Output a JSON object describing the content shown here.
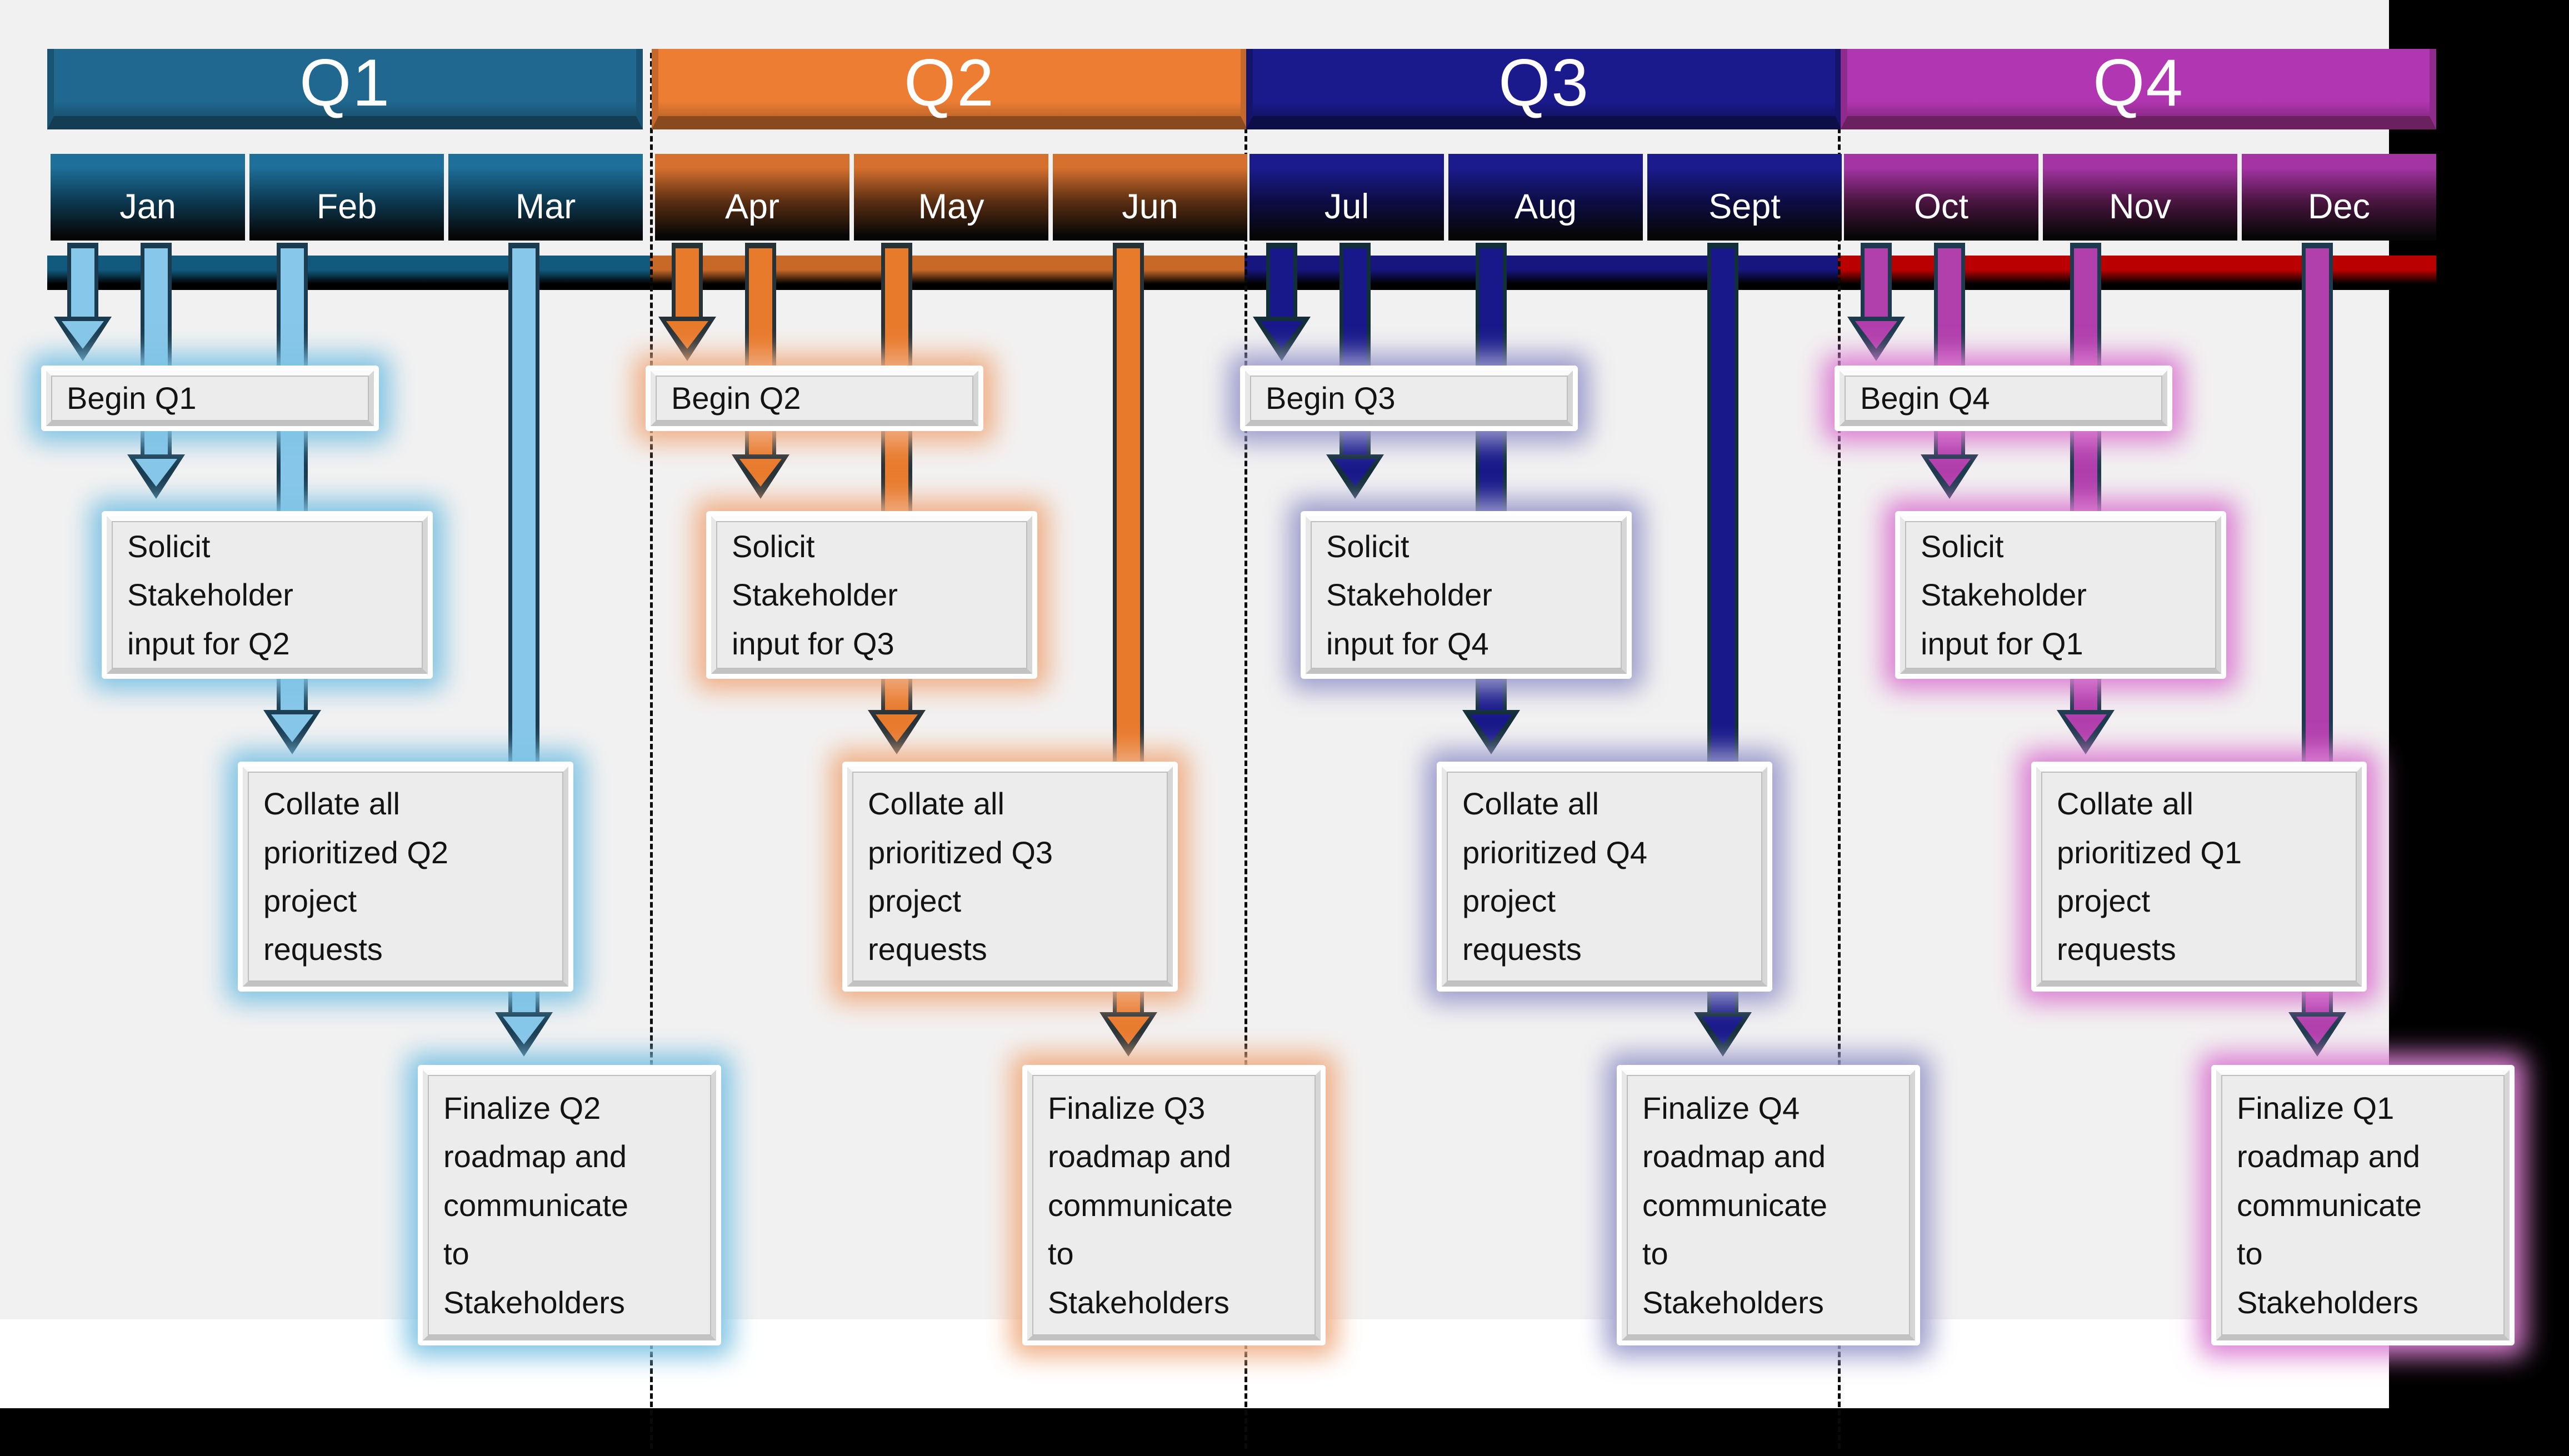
{
  "slide": {
    "background": "#000000",
    "canvas_color": "#F2F1F1",
    "separator_color": "#0A0A0A"
  },
  "quarters": [
    {
      "label": "Q1",
      "months": [
        "Jan",
        "Feb",
        "Mar"
      ],
      "boxes": {
        "begin": "Begin Q1",
        "solicit": "Solicit\nStakeholder\ninput for Q2",
        "collate": "Collate all\nprioritized Q2\nproject\nrequests",
        "finalize": "Finalize Q2\nroadmap and\ncommunicate\nto\nStakeholders"
      },
      "colors": {
        "header_face": "#20688F",
        "header_dark": "#143C52",
        "header_side": "#1A5474",
        "month_top": "#1E6F9A",
        "month_mid": "#0D3951",
        "bar": "#115A7E",
        "arrow_fill": "#87C7E9",
        "arrow_outline": "#1A3B50",
        "glow": "#7EC3E4"
      }
    },
    {
      "label": "Q2",
      "months": [
        "Apr",
        "May",
        "Jun"
      ],
      "boxes": {
        "begin": "Begin Q2",
        "solicit": "Solicit\nStakeholder\ninput for Q3",
        "collate": "Collate all\nprioritized Q3\nproject\nrequests",
        "finalize": "Finalize Q3\nroadmap and\ncommunicate\nto\nStakeholders"
      },
      "colors": {
        "header_face": "#EC7D33",
        "header_dark": "#8A4A20",
        "header_side": "#C4682B",
        "month_top": "#D5702E",
        "month_mid": "#5A2E12",
        "bar": "#C86928",
        "arrow_fill": "#E87A2C",
        "arrow_outline": "#253238",
        "glow": "#F0AE85"
      }
    },
    {
      "label": "Q3",
      "months": [
        "Jul",
        "Aug",
        "Sept"
      ],
      "boxes": {
        "begin": "Begin Q3",
        "solicit": "Solicit\nStakeholder\ninput for Q4",
        "collate": "Collate all\nprioritized Q4\nproject\nrequests",
        "finalize": "Finalize Q4\nroadmap and\ncommunicate\nto\nStakeholders"
      },
      "colors": {
        "header_face": "#1A1A8C",
        "header_dark": "#0D0D48",
        "header_side": "#14146B",
        "month_top": "#1B1B8E",
        "month_mid": "#0D0D45",
        "bar": "#16167E",
        "arrow_fill": "#18188A",
        "arrow_outline": "#122E39",
        "glow": "#9B9BCC"
      }
    },
    {
      "label": "Q4",
      "months": [
        "Oct",
        "Nov",
        "Dec"
      ],
      "boxes": {
        "begin": "Begin Q4",
        "solicit": "Solicit\nStakeholder\ninput for Q1",
        "collate": "Collate all\nprioritized Q1\nproject\nrequests",
        "finalize": "Finalize Q1\nroadmap and\ncommunicate\nto\nStakeholders"
      },
      "colors": {
        "header_face": "#B136B1",
        "header_dark": "#6B2060",
        "header_side": "#8E2B8C",
        "month_top": "#A434A4",
        "month_mid": "#4A1540",
        "bar": "#BB0000",
        "arrow_fill": "#B13FAC",
        "arrow_outline": "#1D3B4E",
        "glow": "#DB7FD2"
      }
    }
  ]
}
